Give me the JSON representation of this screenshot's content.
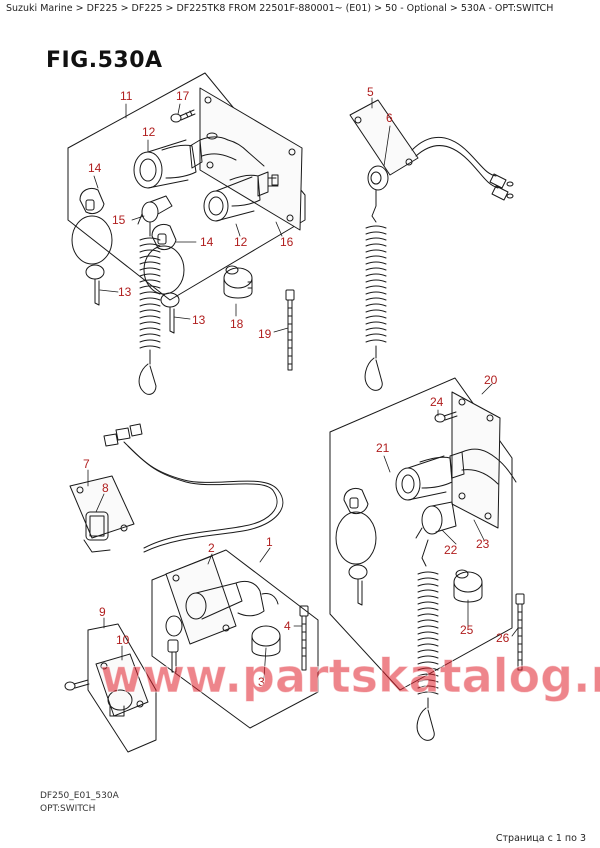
{
  "breadcrumb": "Suzuki Marine > DF225 > DF225 > DF225TK8 FROM 22501F-880001~ (E01) > 50 - Optional > 530A - OPT:SWITCH",
  "figure_title": "FIG.530A",
  "drawing_code": "DF250_E01_530A",
  "drawing_caption": "OPT:SWITCH",
  "page_indicator": "Страница с 1 по 3",
  "watermark": "www.partskatalog.ru",
  "colors": {
    "callout_text": "#b01e1e",
    "line_art": "#1a1a1a",
    "watermark": "#e0212b"
  },
  "callouts": {
    "c1": "1",
    "c2": "2",
    "c3": "3",
    "c4": "4",
    "c5": "5",
    "c6": "6",
    "c7": "7",
    "c8": "8",
    "c9": "9",
    "c10": "10",
    "c11": "11",
    "c12a": "12",
    "c12b": "12",
    "c13a": "13",
    "c13b": "13",
    "c14a": "14",
    "c14b": "14",
    "c15": "15",
    "c16": "16",
    "c17": "17",
    "c18": "18",
    "c19": "19",
    "c20": "20",
    "c21": "21",
    "c22": "22",
    "c23": "23",
    "c24": "24",
    "c25": "25",
    "c26": "26"
  }
}
